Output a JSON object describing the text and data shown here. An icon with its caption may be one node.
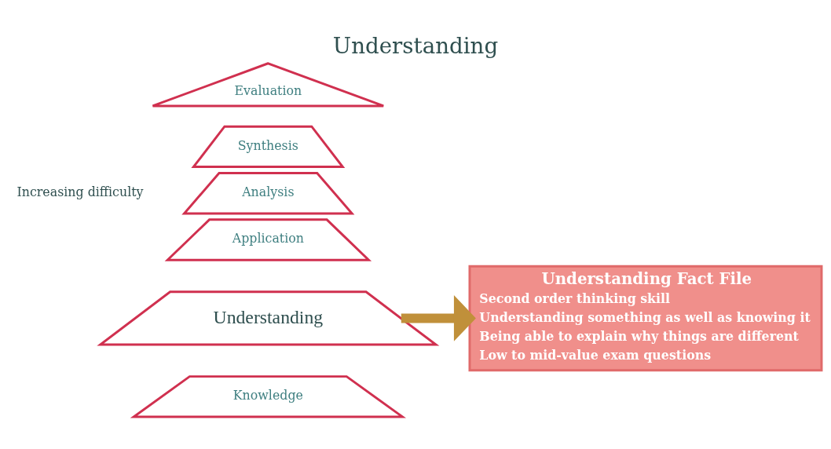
{
  "diagram": {
    "title": "Understanding",
    "nodes": [
      {
        "text": [
          "Evaluation"
        ]
      },
      {
        "text": [
          "Synthesis"
        ]
      },
      {
        "text": [
          "Analysis"
        ]
      },
      {
        "text": [
          "Application"
        ]
      },
      {
        "text": [
          "Understanding"
        ]
      },
      {
        "text": [
          "Knowledge"
        ]
      },
      {
        "text": [
          "Understanding Fact File",
          "Second order thinking skill",
          "Understanding something as well as knowing it",
          "Being able to explain why things are different",
          "Low to mid-value exam questions"
        ]
      }
    ],
    "edges": [
      {
        "from": 4,
        "to": 6,
        "arrow": "to"
      }
    ],
    "labels": [
      "Increasing difficulty"
    ]
  }
}
